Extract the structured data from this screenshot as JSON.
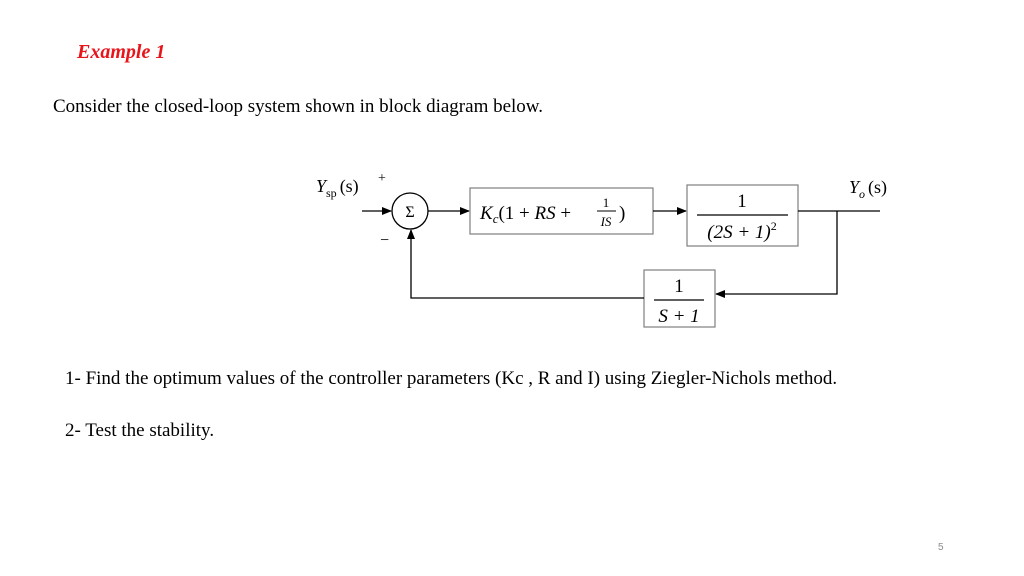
{
  "slide": {
    "title": "Example 1",
    "intro": "Consider the closed-loop system shown in block diagram below.",
    "question1": "1- Find the  optimum values of the controller parameters (Kc , R and I) using Ziegler-Nichols method.",
    "question2": "2- Test the stability.",
    "page_number": "5",
    "title_color": "#e8151b"
  },
  "diagram": {
    "input": {
      "symbol": "Y",
      "subscript": "sp",
      "arg": "(s)"
    },
    "output": {
      "symbol": "Y",
      "subscript": "o",
      "arg": "(s)"
    },
    "summing_junction": {
      "symbol": "Σ",
      "plus_sign": "+",
      "minus_sign": "−"
    },
    "controller": {
      "gain": "K",
      "gain_sub": "c",
      "open": "(1 + ",
      "rs": "RS",
      "plus": " + ",
      "num": "1",
      "den": "IS",
      "close": ")"
    },
    "process": {
      "num": "1",
      "den": "(2S + 1)",
      "den_exp": "2"
    },
    "feedback": {
      "num": "1",
      "den": "S + 1"
    }
  }
}
